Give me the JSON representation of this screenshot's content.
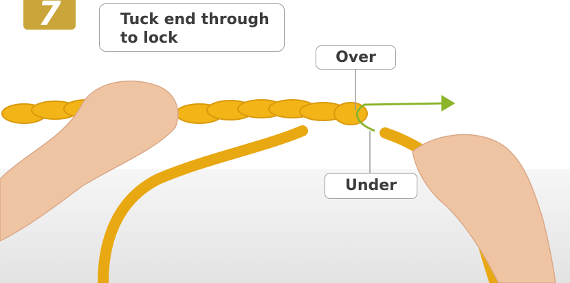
{
  "step": {
    "number": "7",
    "badge_color": "#c9a53a"
  },
  "caption": "Tuck end through\nto lock",
  "labels": {
    "over": "Over",
    "under": "Under"
  },
  "colors": {
    "rope": "#f2b416",
    "arrow": "#8ab42a",
    "skin": "#f0c8a8",
    "callout_border": "#9a9a9a"
  },
  "icons": {
    "arrow": "right-arrow-icon"
  }
}
